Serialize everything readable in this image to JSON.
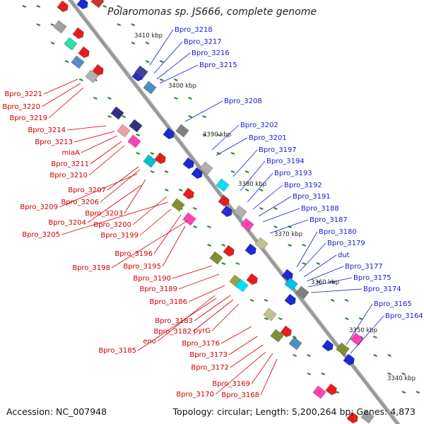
{
  "title": "Polaromonas sp. JS666, complete genome",
  "accession": "Accession: NC_007948",
  "topology": "Topology: circular; Length: 5,200,264 bp; Genes: 4,873",
  "colors": {
    "backbone": "#888888",
    "tick": "#2e8b2e",
    "right_label": "#1a1acd",
    "left_label": "#cc0000"
  },
  "scale_labels": [
    "3410 kbp",
    "3400 kbp",
    "3390 kbp",
    "3380 kbp",
    "3370 kbp",
    "3360 kbp",
    "3350 kbp",
    "3340 kbp"
  ],
  "right_labels": [
    "Bpro_3218",
    "Bpro_3217",
    "Bpro_3216",
    "Bpro_3215",
    "Bpro_3208",
    "Bpro_3202",
    "Bpro_3201",
    "Bpro_3197",
    "Bpro_3194",
    "Bpro_3193",
    "Bpro_3192",
    "Bpro_3191",
    "Bpro_3188",
    "Bpro_3187",
    "Bpro_3180",
    "Bpro_3179",
    "dut",
    "Bpro_3177",
    "Bpro_3175",
    "Bpro_3174",
    "Bpro_3165",
    "Bpro_3164"
  ],
  "left_labels": [
    "Bpro_3221",
    "Bpro_3220",
    "Bpro_3219",
    "Bpro_3214",
    "Bpro_3213",
    "miaA",
    "Bpro_3211",
    "Bpro_3210",
    "Bpro_3207",
    "Bpro_3209",
    "Bpro_3206",
    "Bpro_3203",
    "Bpro_3204",
    "Bpro_3200",
    "Bpro_3205",
    "Bpro_3199",
    "Bpro_3196",
    "Bpro_3198",
    "Bpro_3195",
    "Bpro_3190",
    "Bpro_3189",
    "Bpro_3186",
    "Bpro_3183",
    "Bpro_3182",
    "pyrG",
    "eno",
    "Bpro_3176",
    "Bpro_3185",
    "Bpro_3173",
    "Bpro_3172",
    "Bpro_3169",
    "Bpro_3170",
    "Bpro_3168"
  ]
}
